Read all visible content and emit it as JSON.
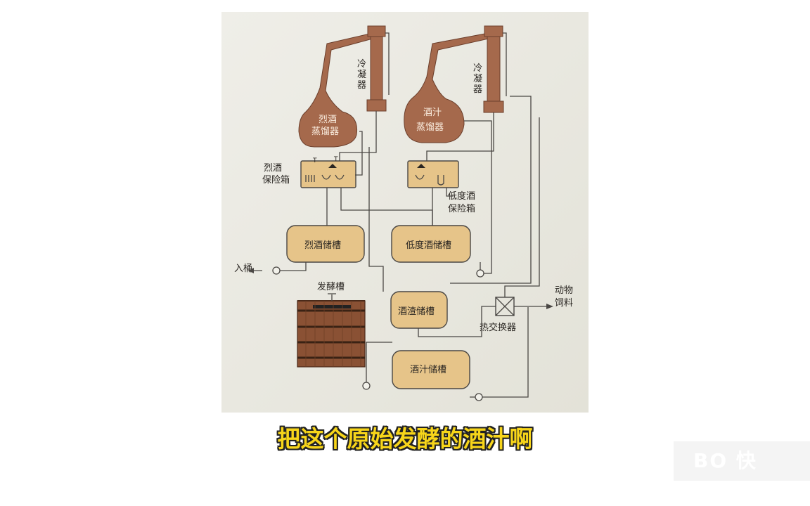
{
  "labels": {
    "condenser": "冷凝器",
    "spirit_still": "烈酒蒸馏器",
    "wash_still": "酒汁蒸馏器",
    "spirit_safe": "烈酒保险箱",
    "low_wines_safe": "低度酒保险箱",
    "spirit_tank": "烈酒储槽",
    "low_wines_tank": "低度酒储槽",
    "to_cask": "入桶",
    "fermenter": "发酵槽",
    "pot_ale_tank": "酒渣储槽",
    "wash_tank": "酒汁储槽",
    "heat_exchanger": "热交换器",
    "animal_feed": "动物饲料"
  },
  "subtitle": "把这个原始发酵的酒汁啊",
  "watermark": "BO 快"
}
